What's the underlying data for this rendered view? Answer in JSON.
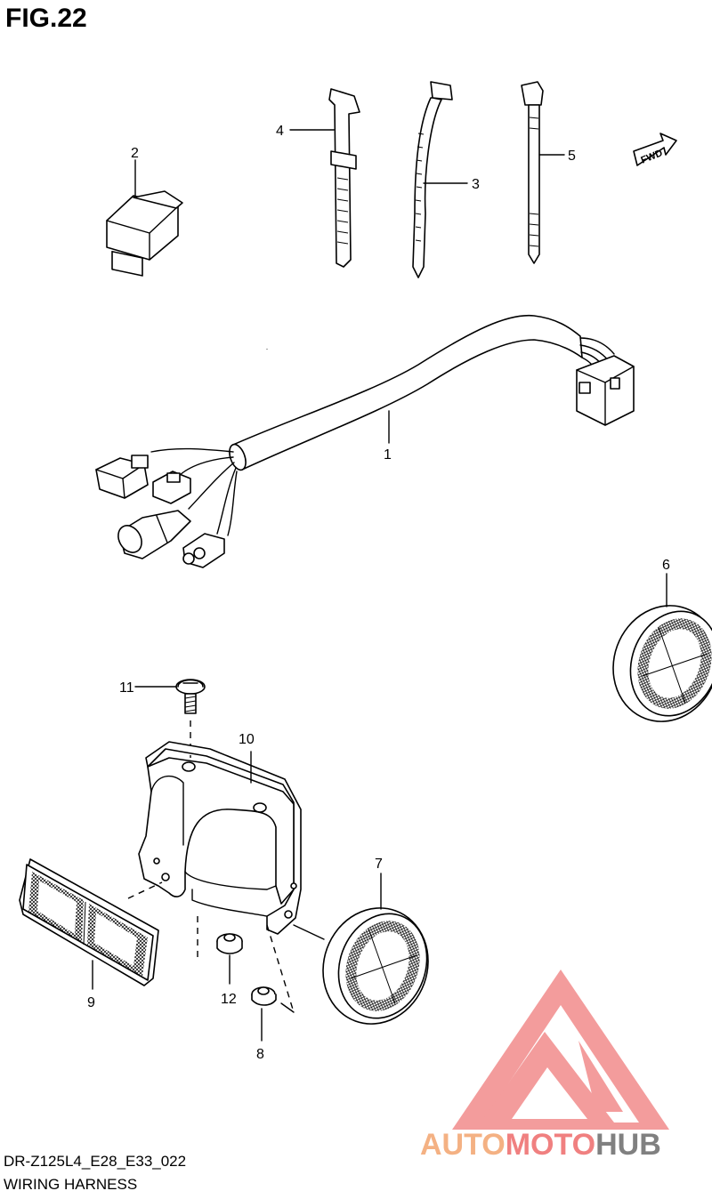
{
  "figure": {
    "title": "FIG.22"
  },
  "footer": {
    "code": "DR-Z125L4_E28_E33_022",
    "name": "WIRING HARNESS"
  },
  "fwd_label": "FWD",
  "callouts": [
    "1",
    "2",
    "3",
    "4",
    "5",
    "6",
    "7",
    "8",
    "9",
    "10",
    "11",
    "12"
  ],
  "watermark": {
    "part_a": "AUTO",
    "part_b": "MOTO",
    "part_c": "HUB",
    "color_a": "#f4b183",
    "color_b": "#f08080",
    "color_c": "#808080",
    "logo_color": "#f28b8b"
  }
}
